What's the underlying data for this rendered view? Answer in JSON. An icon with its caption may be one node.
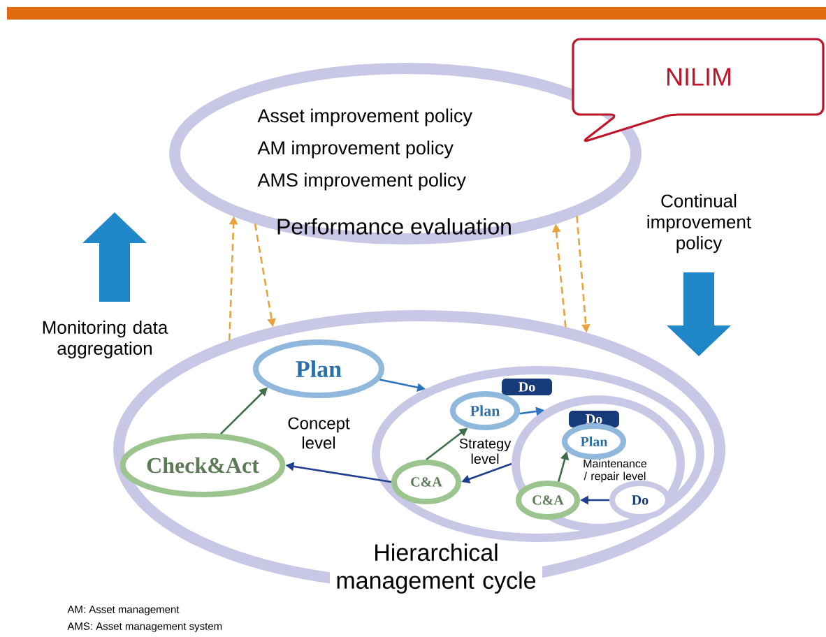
{
  "diagram": {
    "nodes": [
      {
        "text": [
          "Asset improvement policy",
          "AM improvement policy",
          "AMS improvement policy",
          "Performance evaluation"
        ]
      },
      {
        "text": [
          "NILIM"
        ]
      },
      {
        "text": [
          "Hierarchical management cycle"
        ]
      },
      {
        "text": [
          "Plan"
        ],
        "in": 2
      },
      {
        "text": [
          "Check&Act"
        ],
        "in": 2
      },
      {
        "text": [
          "Strategy level"
        ],
        "in": 2
      },
      {
        "text": [
          "Do"
        ],
        "in": 5
      },
      {
        "text": [
          "Plan"
        ],
        "in": 5
      },
      {
        "text": [
          "C&A"
        ],
        "in": 5
      },
      {
        "text": [
          "Maintenance / repair level"
        ],
        "in": 5
      },
      {
        "text": [
          "Do"
        ],
        "in": 9
      },
      {
        "text": [
          "Plan"
        ],
        "in": 9
      },
      {
        "text": [
          "C&A"
        ],
        "in": 9
      },
      {
        "text": [
          "Do"
        ],
        "in": 9
      }
    ],
    "edges": [
      {
        "from": 4,
        "to": 3,
        "arrow": "to",
        "color": "#3f6e4a"
      },
      {
        "from": 3,
        "to": 5,
        "arrow": "to",
        "color": "#2a74c0"
      },
      {
        "from": 8,
        "to": 4,
        "arrow": "to",
        "color": "#1f3f8f"
      },
      {
        "from": 8,
        "to": 7,
        "arrow": "to",
        "color": "#3f6e4a"
      },
      {
        "from": 7,
        "to": 9,
        "arrow": "to",
        "color": "#2a74c0"
      },
      {
        "from": 9,
        "to": 8,
        "arrow": "to",
        "color": "#1f3f8f"
      },
      {
        "from": 13,
        "to": 12,
        "arrow": "to",
        "color": "#1f3f8f"
      },
      {
        "from": 12,
        "to": 11,
        "arrow": "to",
        "color": "#3f6e4a"
      },
      {
        "from": 2,
        "to": 0,
        "arrow": "to",
        "style": "dashed",
        "color": "#e8a33c"
      },
      {
        "from": 0,
        "to": 2,
        "arrow": "to",
        "style": "dashed",
        "color": "#e8a33c"
      },
      {
        "from": 2,
        "to": 0,
        "arrow": "to",
        "style": "dashed",
        "color": "#e8a33c"
      },
      {
        "from": 0,
        "to": 2,
        "arrow": "to",
        "style": "dashed",
        "color": "#e8a33c"
      }
    ],
    "labels": [
      "Monitoring data aggregation",
      "Continual improvement policy",
      "Concept level",
      "AM: Asset management",
      "AMS: Asset management system"
    ]
  }
}
